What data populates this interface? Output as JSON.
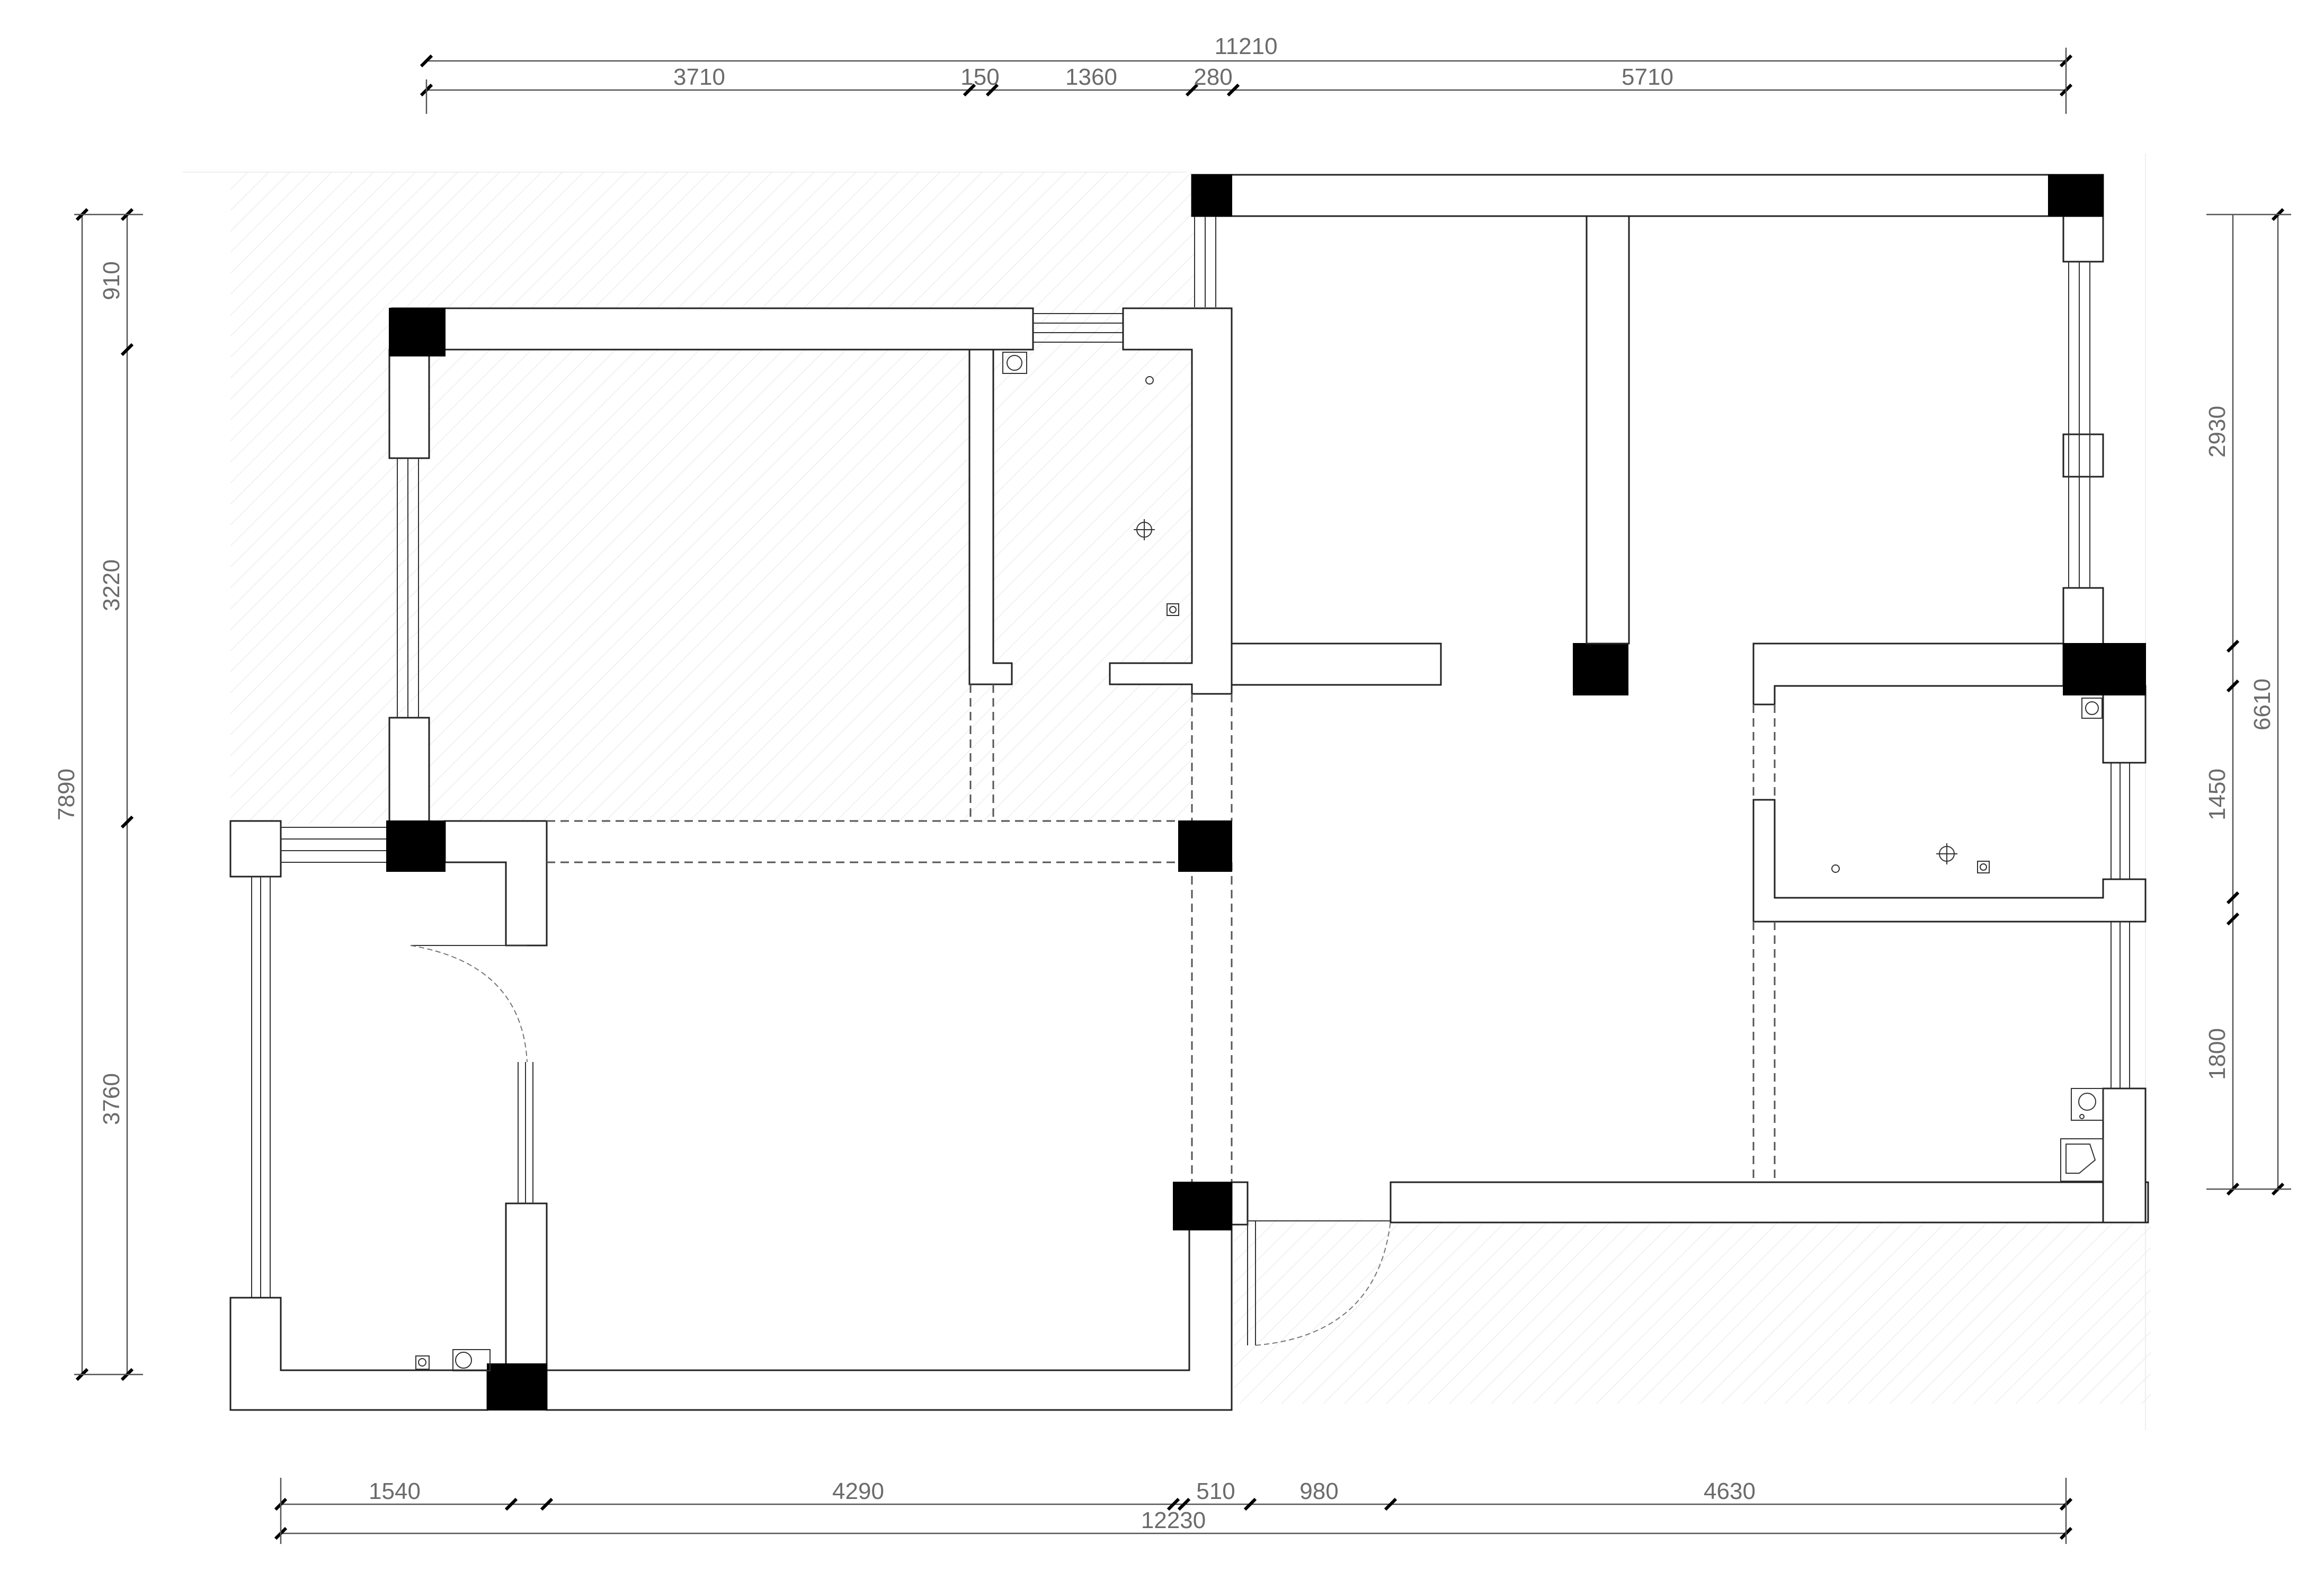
{
  "dimensions": {
    "top_total": "11210",
    "top_segments": [
      "3710",
      "150",
      "1360",
      "280",
      "5710"
    ],
    "bottom_segments": [
      "1540",
      "4290",
      "510",
      "980",
      "4630"
    ],
    "bottom_total": "12230",
    "left_segments": [
      "910",
      "3220",
      "3760"
    ],
    "left_total": "7890",
    "right_segments": [
      "2930",
      "1450",
      "1800"
    ],
    "right_total": "6610"
  },
  "symbols": {
    "fixture_icon": "floor-drain-icon",
    "point_icon": "crosshair-icon"
  },
  "colors": {
    "wall_fill": "#ffffff",
    "wall_stroke": "#222222",
    "column": "#000000",
    "dimension_text": "#6b6b6b",
    "hatch": "#e6e6e6"
  }
}
